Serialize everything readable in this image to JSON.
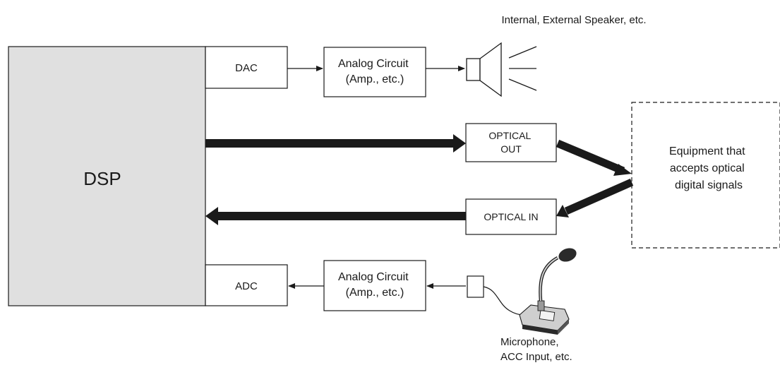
{
  "blocks": {
    "dsp": "DSP",
    "dac": "DAC",
    "adc": "ADC",
    "analog_out": [
      "Analog Circuit",
      "(Amp., etc.)"
    ],
    "analog_in": [
      "Analog Circuit",
      "(Amp., etc.)"
    ],
    "optical_out": [
      "OPTICAL",
      "OUT"
    ],
    "optical_in": "OPTICAL IN",
    "equipment": [
      "Equipment that",
      "accepts optical",
      "digital signals"
    ]
  },
  "captions": {
    "speaker": "Internal, External Speaker, etc.",
    "microphone": [
      "Microphone,",
      "ACC Input, etc."
    ]
  },
  "colors": {
    "dsp_fill": "#e0e0e0",
    "line": "#1a1a1a",
    "mic_dark": "#2a2a2a",
    "mic_grey": "#9a9a9a"
  }
}
